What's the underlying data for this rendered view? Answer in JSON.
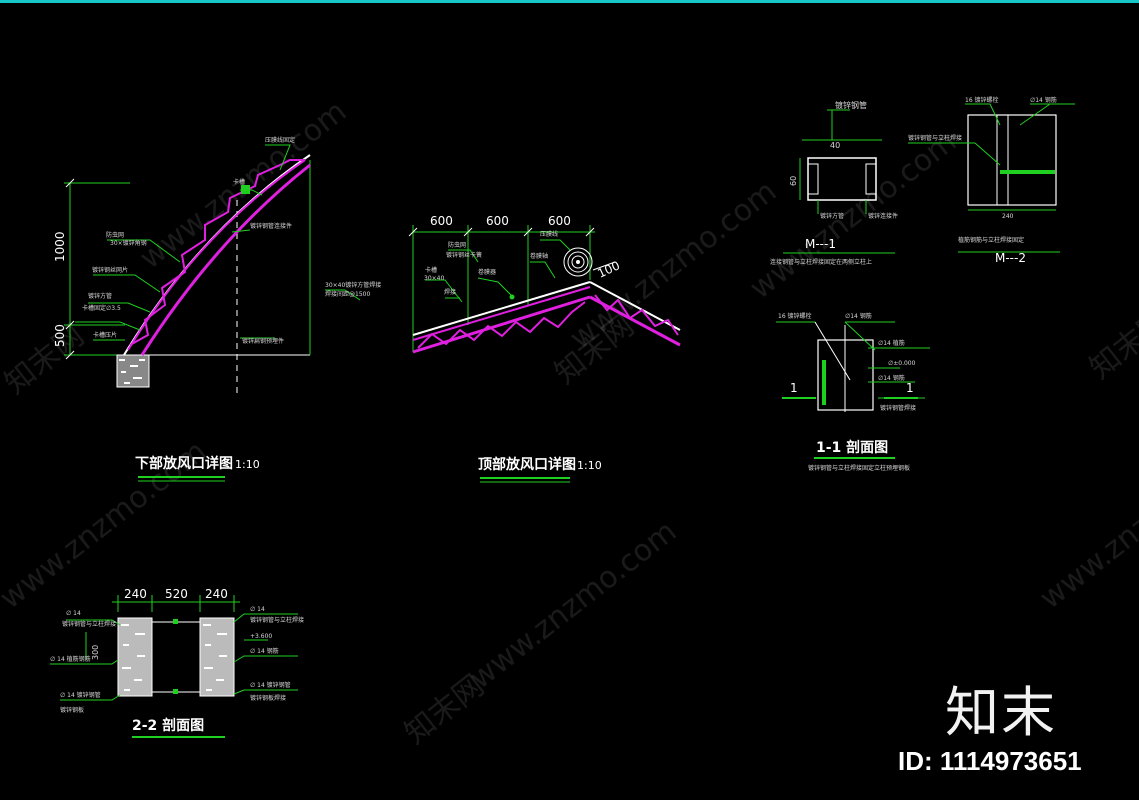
{
  "drawing_lower": {
    "title": "下部放风口详图",
    "scale": "1:10",
    "dim_1000": "1000",
    "dim_500": "500"
  },
  "drawing_top": {
    "title": "顶部放风口详图",
    "scale": "1:10",
    "dim_a": "600",
    "dim_b": "600",
    "dim_c": "600",
    "dim_100": "100"
  },
  "section_m1": {
    "label": "M---1"
  },
  "section_m2": {
    "label": "M---2"
  },
  "section_11": {
    "title": "1-1  剖面图",
    "marker": "1"
  },
  "section_22": {
    "title": "2-2  剖面图",
    "dim_a": "240",
    "dim_b": "520",
    "dim_c": "240"
  },
  "watermark": {
    "site": "www.znzmo.com",
    "brand": "知末网",
    "logo": "知末",
    "id": "ID: 1114973651"
  },
  "colors": {
    "truss": "#e020e0",
    "dimension": "#20d020",
    "structure": "#ffffff",
    "accent_top": "#18c8c8"
  }
}
